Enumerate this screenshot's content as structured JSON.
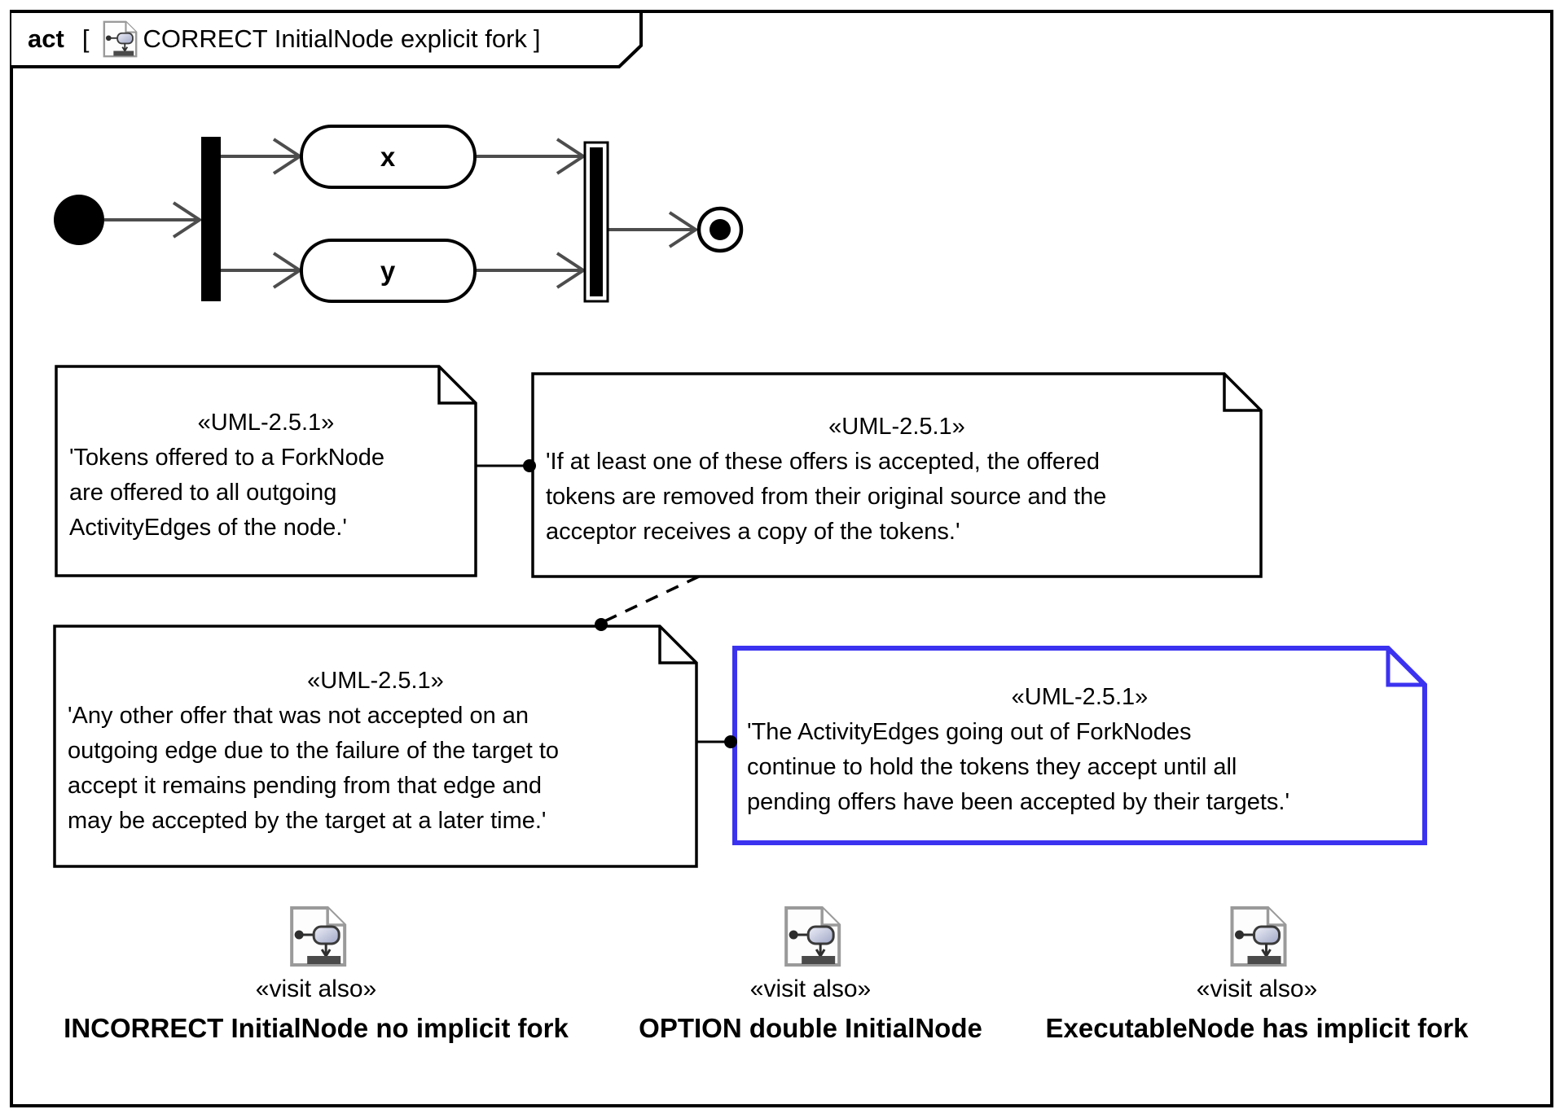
{
  "frame": {
    "keyword": "act",
    "bracket_open": "[",
    "diagram_name": "CORRECT InitialNode explicit fork",
    "bracket_close": "]"
  },
  "activity": {
    "actions": [
      {
        "label": "x"
      },
      {
        "label": "y"
      }
    ]
  },
  "notes": [
    {
      "stereotype": "«UML-2.5.1»",
      "lines": [
        "'Tokens offered to a ForkNode",
        "are offered to all outgoing",
        "ActivityEdges of the node.'"
      ]
    },
    {
      "stereotype": "«UML-2.5.1»",
      "lines": [
        "'If at least one of these offers is accepted, the offered",
        "tokens are removed from their original source and the",
        "acceptor receives a copy of the tokens.'"
      ]
    },
    {
      "stereotype": "«UML-2.5.1»",
      "lines": [
        "'Any other offer that was not accepted on an",
        "outgoing edge due to the failure of the target to",
        "accept it remains pending from that edge and",
        "may be accepted by the target at a later time.'"
      ]
    },
    {
      "stereotype": "«UML-2.5.1»",
      "lines": [
        "'The ActivityEdges going out of ForkNodes",
        "continue to hold the tokens they accept until all",
        "pending offers have been accepted by their targets.'"
      ],
      "highlight_color": "#3b32f0"
    }
  ],
  "visit_also": [
    {
      "stereotype": "«visit also»",
      "label": "INCORRECT InitialNode no implicit fork"
    },
    {
      "stereotype": "«visit also»",
      "label": "OPTION double InitialNode"
    },
    {
      "stereotype": "«visit also»",
      "label": "ExecutableNode has implicit fork"
    }
  ],
  "colors": {
    "note_highlight": "#3b32f0",
    "edge_gray": "#4d4d4d"
  }
}
